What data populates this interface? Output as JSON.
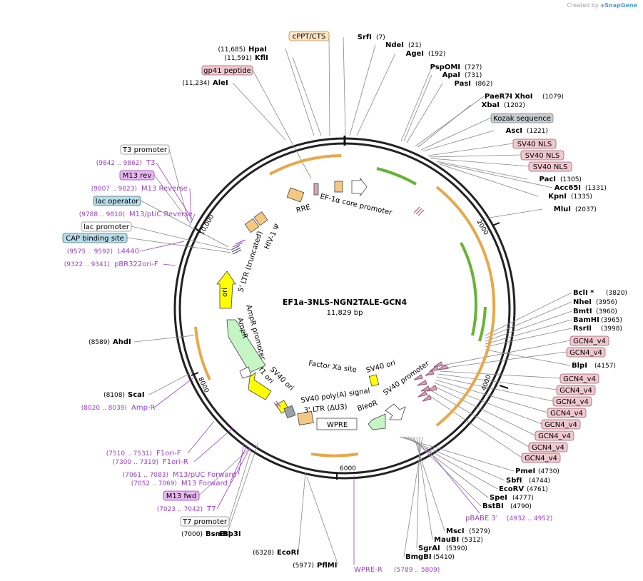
{
  "credit": {
    "prefix": "Created by",
    "brand": "SnapGene"
  },
  "plasmid": {
    "name": "EF1a-3NLS-NGN2TALE-GCN4",
    "size": "11,829 bp",
    "total_bp": 11829
  },
  "ticks": [
    "2000",
    "4000",
    "6000",
    "8000",
    "10,000"
  ],
  "colors": {
    "feature_orange": "#f5c882",
    "promoter_white": "#ffffff",
    "ori_yellow": "#ffff00",
    "bleo_green": "#c5f5c5",
    "ampr_green": "#c5f5c5",
    "lilac": "#d4a8b8",
    "gray": "#9aa0a8",
    "arc_orange": "#e8a84a",
    "arc_green": "#66b432",
    "purple_text": "#9b3fc4"
  },
  "sites_top": [
    {
      "name": "HpaI",
      "pos": "(11,685)"
    },
    {
      "name": "KflI",
      "pos": "(11,591)"
    },
    {
      "name": "AleI",
      "pos": "(11,234)"
    },
    {
      "name": "SrfI",
      "pos": "(7)"
    },
    {
      "name": "NdeI",
      "pos": "(21)"
    },
    {
      "name": "AgeI",
      "pos": "(192)"
    },
    {
      "name": "PspOMI",
      "pos": "(727)"
    },
    {
      "name": "ApaI",
      "pos": "(731)"
    },
    {
      "name": "PasI",
      "pos": "(862)"
    },
    {
      "name": "PaeR7I",
      "pos": ""
    },
    {
      "name": "XhoI",
      "pos": "(1079)"
    },
    {
      "name": "XbaI",
      "pos": "(1202)"
    },
    {
      "name": "AscI",
      "pos": "(1221)"
    },
    {
      "name": "PacI",
      "pos": "(1305)"
    },
    {
      "name": "Acc65I",
      "pos": "(1331)"
    },
    {
      "name": "KpnI",
      "pos": "(1335)"
    },
    {
      "name": "MluI",
      "pos": "(2037)"
    }
  ],
  "sites_right": [
    {
      "name": "BclI *",
      "pos": "(3820)"
    },
    {
      "name": "NheI",
      "pos": "(3956)"
    },
    {
      "name": "BmtI",
      "pos": "(3960)"
    },
    {
      "name": "BamHI",
      "pos": "(3965)"
    },
    {
      "name": "RsrII",
      "pos": "(3998)"
    },
    {
      "name": "BlpI",
      "pos": "(4157)"
    },
    {
      "name": "PmeI",
      "pos": "(4730)"
    },
    {
      "name": "SbfI",
      "pos": "(4744)"
    },
    {
      "name": "EcoRV",
      "pos": "(4761)"
    },
    {
      "name": "SpeI",
      "pos": "(4777)"
    },
    {
      "name": "BstBI",
      "pos": "(4790)"
    },
    {
      "name": "MscI",
      "pos": "(5279)"
    },
    {
      "name": "MauBI",
      "pos": "(5312)"
    },
    {
      "name": "SgrAI",
      "pos": "(5390)"
    },
    {
      "name": "BmgBI",
      "pos": "(5410)"
    }
  ],
  "sites_bottom_left": [
    {
      "name": "AhdI",
      "pos": "(8589)"
    },
    {
      "name": "ScaI",
      "pos": "(8108)"
    },
    {
      "name": "BsmBI",
      "pos": "(7000)"
    },
    {
      "name": "Esp3I",
      "pos": ""
    },
    {
      "name": "EcoRI",
      "pos": "(6328)"
    },
    {
      "name": "PflMI",
      "pos": "(5977)"
    }
  ],
  "primers": [
    {
      "name": "T3",
      "range": "(9842 .. 9862)"
    },
    {
      "name": "M13 Reverse",
      "range": "(9807 .. 9823)"
    },
    {
      "name": "M13/pUC Reverse",
      "range": "(9788 .. 9810)"
    },
    {
      "name": "L4440",
      "range": "(9575 .. 9592)"
    },
    {
      "name": "pBR322ori-F",
      "range": "(9322 .. 9341)"
    },
    {
      "name": "Amp-R",
      "range": "(8020 .. 8039)"
    },
    {
      "name": "F1ori-F",
      "range": "(7510 .. 7531)"
    },
    {
      "name": "F1ori-R",
      "range": "(7300 .. 7319)"
    },
    {
      "name": "M13/pUC Forward",
      "range": "(7061 .. 7083)"
    },
    {
      "name": "M13 Forward",
      "range": "(7052 .. 7069)"
    },
    {
      "name": "T7",
      "range": "(7023 .. 7042)"
    },
    {
      "name": "pBABE 3'",
      "range": "(4932 .. 4952)"
    },
    {
      "name": "WPRE-R",
      "range": "(5789 .. 5809)"
    }
  ],
  "boxed_labels": [
    {
      "text": "cPPT/CTS"
    },
    {
      "text": "gp41 peptide"
    },
    {
      "text": "Kozak sequence"
    },
    {
      "text": "SV40 NLS"
    },
    {
      "text": "SV40 NLS"
    },
    {
      "text": "SV40 NLS"
    },
    {
      "text": "T3 promoter"
    },
    {
      "text": "M13 rev"
    },
    {
      "text": "lac operator"
    },
    {
      "text": "lac promoter"
    },
    {
      "text": "CAP binding site"
    },
    {
      "text": "GCN4_v4"
    },
    {
      "text": "GCN4_v4"
    },
    {
      "text": "GCN4_v4"
    },
    {
      "text": "GCN4_v4"
    },
    {
      "text": "GCN4_v4"
    },
    {
      "text": "GCN4_v4"
    },
    {
      "text": "GCN4_v4"
    },
    {
      "text": "GCN4_v4"
    },
    {
      "text": "GCN4_v4"
    },
    {
      "text": "GCN4_v4"
    },
    {
      "text": "M13 fwd"
    },
    {
      "text": "T7 promoter"
    }
  ],
  "inner_features": {
    "rre": "RRE",
    "ef1a": "EF-1α core promoter",
    "hiv": "HIV-1 Ψ",
    "ltr5": "5' LTR (truncated)",
    "ori": "ori",
    "ampr_promoter": "AmpR promoter",
    "ampr": "AmpR",
    "f1ori": "f1 ori",
    "sv40ori_left": "SV40 ori",
    "factor_xa": "Factor Xa site",
    "sv40ori_right": "SV40 ori",
    "sv40_promoter": "SV40 promoter",
    "polya": "SV40 poly(A) signal",
    "ltr3": "3' LTR (ΔU3)",
    "bleor": "BleoR",
    "wpre": "WPRE"
  }
}
